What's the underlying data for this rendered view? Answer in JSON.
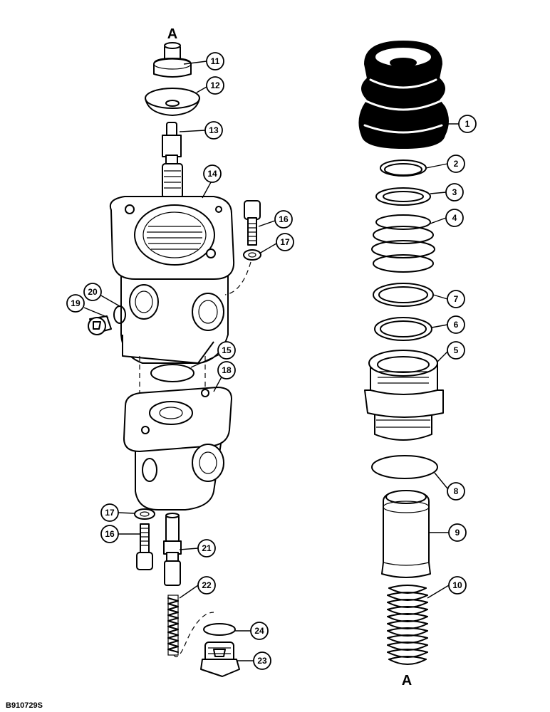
{
  "figure_id": "B910729S",
  "markers": {
    "top_left": "A",
    "bottom_right": "A"
  },
  "callouts": [
    "1",
    "2",
    "3",
    "4",
    "5",
    "6",
    "7",
    "8",
    "9",
    "10",
    "11",
    "12",
    "13",
    "14",
    "15",
    "16",
    "17",
    "18",
    "19",
    "20",
    "21",
    "22",
    "23",
    "24"
  ],
  "callouts_left_extra": {
    "17b": "17",
    "16b": "16"
  }
}
